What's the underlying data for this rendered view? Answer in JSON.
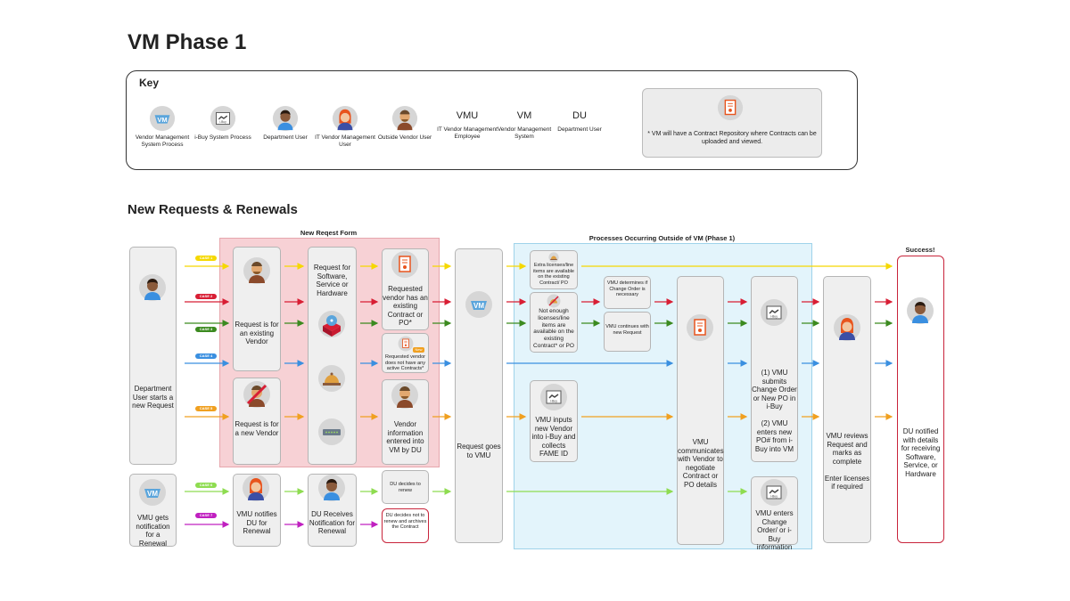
{
  "page_title": "VM Phase 1",
  "key": {
    "title": "Key",
    "items": [
      {
        "label": "Vendor Management System Process",
        "icon": "vm-logo-icon"
      },
      {
        "label": "i-Buy System Process",
        "icon": "ibuy-logo-icon"
      },
      {
        "label": "Department User",
        "icon": "department-user-icon"
      },
      {
        "label": "IT Vendor Management User",
        "icon": "it-vendor-user-icon"
      },
      {
        "label": "Outside Vendor User",
        "icon": "outside-vendor-icon"
      }
    ],
    "abbreviations": [
      {
        "abbr": "VMU",
        "label": "IT Vendor Management Employee"
      },
      {
        "abbr": "VM",
        "label": "Vendor Management System"
      },
      {
        "abbr": "DU",
        "label": "Department User"
      }
    ],
    "note": "* VM will have a Contract Repository where Contracts can be uploaded and viewed."
  },
  "section_title": "New Requests & Renewals",
  "regions": {
    "form_label": "New Reqest Form",
    "outside_label": "Processes Occurring Outside of VM (Phase 1)",
    "success_label": "Success!"
  },
  "cases": [
    "CASE 1",
    "CASE 2",
    "CASE 3",
    "CASE 4",
    "CASE 5",
    "CASE 6",
    "CASE 7"
  ],
  "colors": {
    "case1": "#f5d800",
    "case2": "#d81e34",
    "case3": "#3b8a1f",
    "case4": "#3a8fe0",
    "case5": "#f0a020",
    "case6": "#8edc50",
    "case7": "#c020c0"
  },
  "nodes": {
    "du_start": "Department User starts a new Request",
    "vmu_renewal": "VMU gets notification for a Renewal",
    "existing_vendor": "Request is for an existing Vendor",
    "new_vendor": "Request is for a new Vendor",
    "vmu_notifies": "VMU notifies DU for Renewal",
    "request_for": "Request for Software, Service or Hardware",
    "du_receives": "DU Receives Notification for Renewal",
    "existing_contract": "Requested vendor has an existing Contract or PO*",
    "no_contract": "Requested vendor does not have any active Contracts*",
    "new_badge": "New",
    "vendor_info": "Vendor information entered into VM by DU",
    "du_renew": "DU decides to renew",
    "du_not_renew": "DU decides not to renew and archives the Contract",
    "goes_to_vmu": "Request goes to VMU",
    "extra_licenses": "Extra licenses/line items are available on the existing Contract/ PO",
    "not_enough": "Not enough licenses/line items are available on the existing Contract* or PO",
    "vmu_determines": "VMU determines if Change Order is necessary",
    "vmu_continues": "VMU continues with new Request",
    "vmu_inputs": "VMU inputs new Vendor into i-Buy and collects FAME ID",
    "vmu_communicates": "VMU communicates with Vendor to negotiate Contract or PO details",
    "vmu_submits": "(1) VMU submits Change Order or New PO in i-Buy\n\n(2) VMU enters new PO# from i-Buy into VM",
    "vmu_enters": "VMU enters Change Order/ or i-Buy information",
    "vmu_reviews": "VMU reviews Request and marks as complete\n\nEnter licenses if required",
    "du_notified": "DU notified with details for receiving Software, Service, or Hardware"
  },
  "icon_labels": {
    "vm": "VM",
    "ibuy": "i-Buy"
  }
}
